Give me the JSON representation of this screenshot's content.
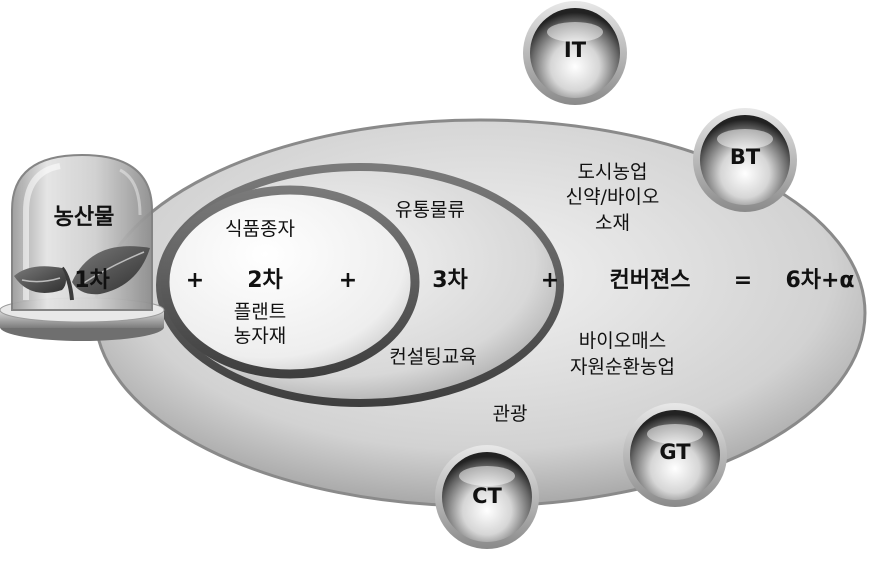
{
  "base": {
    "title": "농산물",
    "tier": "1차"
  },
  "second_ring": {
    "tier": "2차",
    "top_items": [
      "식품종자"
    ],
    "bottom_items": [
      "플랜트",
      "농자재"
    ]
  },
  "third_ring": {
    "tier": "3차",
    "top_items": [
      "유통물류"
    ],
    "bottom_items": [
      "컨설팅교육"
    ]
  },
  "convergence_ring": {
    "tier": "컨버젼스",
    "top_items": [
      "도시농업",
      "신약/바이오",
      "소재"
    ],
    "bottom_items": [
      "바이오매스",
      "자원순환농업"
    ],
    "extra_item": "관광"
  },
  "operators": {
    "plus_1": "+",
    "plus_2": "+",
    "plus_3": "+",
    "equals": "="
  },
  "result": "6차+α",
  "technologies": [
    "IT",
    "BT",
    "GT",
    "CT"
  ]
}
